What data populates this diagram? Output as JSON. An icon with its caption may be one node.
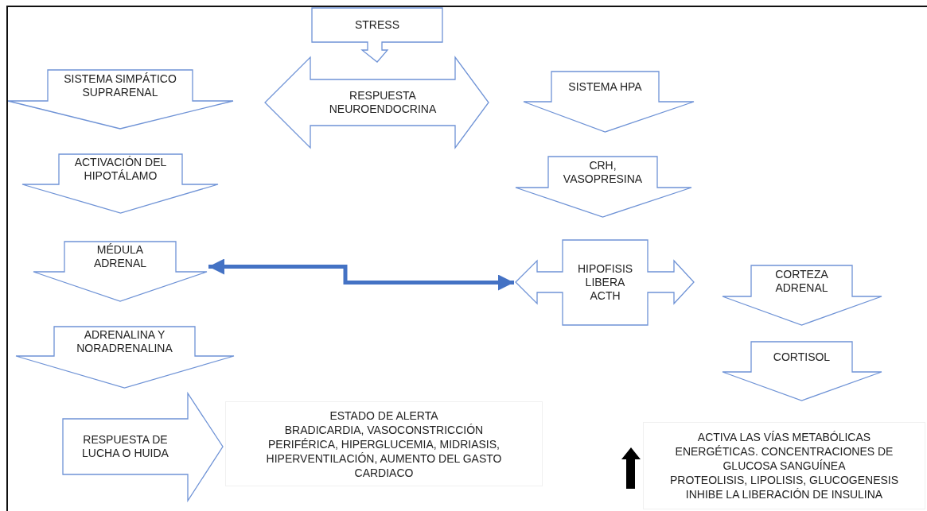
{
  "diagram": {
    "nodes": [
      {
        "text": [
          "STRESS"
        ]
      },
      {
        "text": [
          "RESPUESTA NEUROENDOCRINA"
        ]
      },
      {
        "text": [
          "SISTEMA SIMPÁTICO SUPRARENAL"
        ]
      },
      {
        "text": [
          "SISTEMA HPA"
        ]
      },
      {
        "text": [
          "ACTIVACIÓN DEL HIPOTÁLAMO"
        ]
      },
      {
        "text": [
          "CRH, VASOPRESINA"
        ]
      },
      {
        "text": [
          "MÉDULA ADRENAL"
        ]
      },
      {
        "text": [
          "HIPOFISIS LIBERA ACTH"
        ]
      },
      {
        "text": [
          "CORTEZA ADRENAL"
        ]
      },
      {
        "text": [
          "ADRENALINA Y NORADRENALINA"
        ]
      },
      {
        "text": [
          "CORTISOL"
        ]
      },
      {
        "text": [
          "RESPUESTA DE LUCHA O HUIDA"
        ]
      },
      {
        "text": [
          "ESTADO DE ALERTA",
          "BRADICARDIA, VASOCONSTRICCIÓN PERIFÉRICA, HIPERGLUCEMIA, MIDRIASIS, HIPERVENTILACIÓN, AUMENTO DEL GASTO CARDIACO"
        ]
      },
      {
        "text": [
          "ACTIVA LAS VÍAS METABÓLICAS ENERGÉTICAS. CONCENTRACIONES DE GLUCOSA SANGUÍNEA",
          "PROTEOLISIS, LIPOLISIS, GLUCOGENESIS",
          "INHIBE LA LIBERACIÓN DE INSULINA"
        ]
      }
    ],
    "edges": [
      {
        "from": 6,
        "to": 7,
        "arrow": "both"
      }
    ]
  }
}
